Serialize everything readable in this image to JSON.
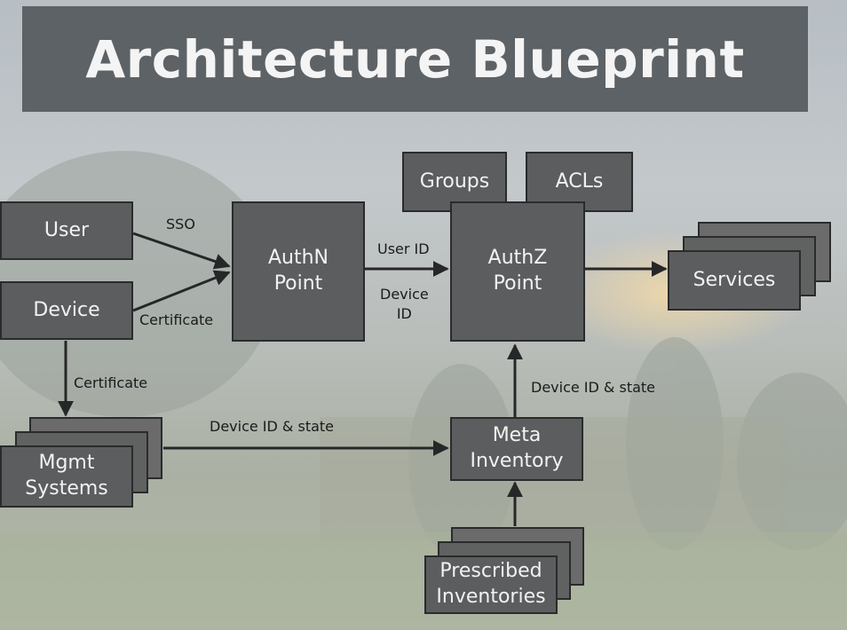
{
  "title": "Architecture Blueprint",
  "boxes": {
    "user": "User",
    "device": "Device",
    "authn_line1": "AuthN",
    "authn_line2": "Point",
    "authz_line1": "AuthZ",
    "authz_line2": "Point",
    "groups": "Groups",
    "acls": "ACLs",
    "services": "Services",
    "mgmt_line1": "Mgmt",
    "mgmt_line2": "Systems",
    "meta_line1": "Meta",
    "meta_line2": "Inventory",
    "prescribed_line1": "Prescribed",
    "prescribed_line2": "Inventories"
  },
  "edge_labels": {
    "sso": "SSO",
    "certificate_authn": "Certificate",
    "user_id": "User ID",
    "device_id_line1": "Device",
    "device_id_line2": "ID",
    "certificate_mgmt": "Certificate",
    "device_id_state_mgmt": "Device ID & state",
    "device_id_state_meta": "Device ID & state"
  }
}
